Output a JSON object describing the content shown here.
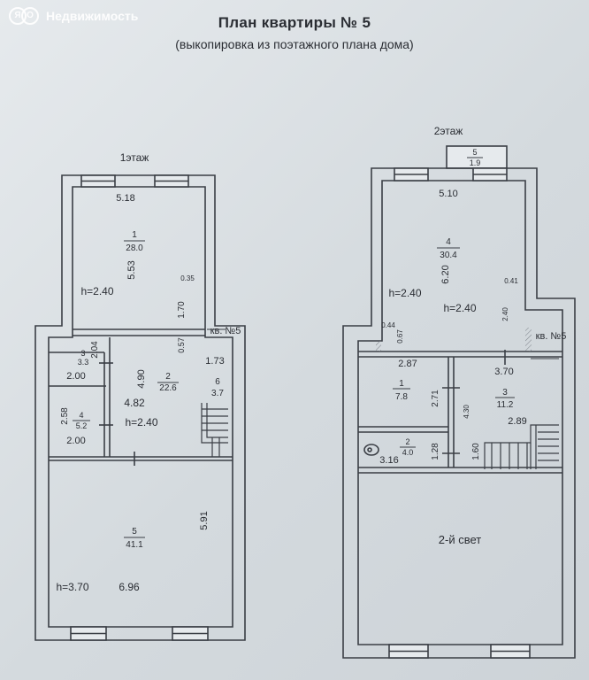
{
  "watermark": {
    "text": "Недвижимость",
    "logo_left": "Я",
    "logo_right": "О"
  },
  "header": {
    "title": "План квартиры  № 5",
    "subtitle": "(выкопировка из поэтажного плана дома)"
  },
  "floor1": {
    "label": "1этаж",
    "apt_label": "кв. №5",
    "rooms": [
      {
        "num": "1",
        "area": "28.0"
      },
      {
        "num": "2",
        "area": "22.6"
      },
      {
        "num": "3",
        "area": "3.3"
      },
      {
        "num": "4",
        "area": "5.2"
      },
      {
        "num": "5",
        "area": "41.1"
      },
      {
        "num": "6",
        "area": "3.7"
      }
    ],
    "dims": {
      "d518": "5.18",
      "d553": "5.53",
      "d035": "0.35",
      "d170": "1.70",
      "d057": "0.57",
      "d173": "1.73",
      "d204": "2.04",
      "d200a": "2.00",
      "d490": "4.90",
      "d482": "4.82",
      "d258": "2.58",
      "d200b": "2.00",
      "d591": "5.91",
      "d696": "6.96"
    },
    "heights": {
      "h1": "h=2.40",
      "h2": "h=2.40",
      "h3": "h=3.70"
    }
  },
  "floor2": {
    "label": "2этаж",
    "apt_label": "кв. №5",
    "rooms": [
      {
        "num": "1",
        "area": "7.8"
      },
      {
        "num": "2",
        "area": "4.0"
      },
      {
        "num": "3",
        "area": "11.2"
      },
      {
        "num": "4",
        "area": "30.4"
      },
      {
        "num": "5",
        "area": "1.9"
      }
    ],
    "dims": {
      "d510": "5.10",
      "d620": "6.20",
      "d041": "0.41",
      "d044": "0.44",
      "d067": "0.67",
      "d040": "2.40",
      "d287": "2.87",
      "d370": "3.70",
      "d271": "2.71",
      "d430": "4.30",
      "d289": "2.89",
      "d128": "1.28",
      "d160": "1.60",
      "d316": "3.16"
    },
    "heights": {
      "h1": "h=2.40",
      "h2": "h=2.40"
    },
    "second_light": "2-й свет"
  }
}
